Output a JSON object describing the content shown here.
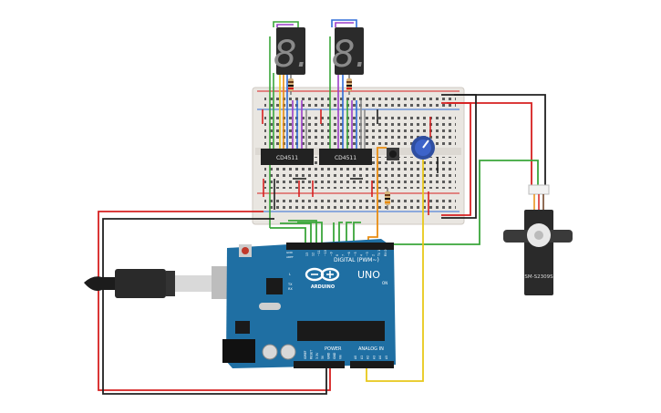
{
  "seven_segment_displays": [
    {
      "digit": "8."
    },
    {
      "digit": "8."
    }
  ],
  "decoder_chips": [
    {
      "label": "CD4511"
    },
    {
      "label": "CD4511"
    }
  ],
  "servo": {
    "label": "SM-S2309S"
  },
  "arduino": {
    "logo": "ARDUINO",
    "model": "UNO",
    "digital_header": "DIGITAL (PWM~)",
    "power_header": "POWER",
    "analog_header": "ANALOG IN",
    "on_label": "ON",
    "tx_label": "TX",
    "rx_label": "RX",
    "l_label": "L",
    "aref_label": "AREF",
    "gnd_label": "GND",
    "digital_pins": [
      "13",
      "12",
      "~11",
      "~10",
      "~9",
      "8",
      "7",
      "~6",
      "~5",
      "4",
      "~3",
      "2",
      "TX 1",
      "RX 0"
    ],
    "power_pins": [
      "IOREF",
      "RESET",
      "3.3V",
      "5V",
      "GND",
      "GND",
      "Vin"
    ],
    "analog_pins": [
      "A0",
      "A1",
      "A2",
      "A3",
      "A4",
      "A5"
    ]
  },
  "colors": {
    "board": "#1f6fa3",
    "breadboard": "#e9e6e1",
    "display": "#2b2b2b",
    "segment": "#8a8a8a",
    "wire_red": "#d62020",
    "wire_black": "#202020",
    "wire_green": "#3aa63a",
    "wire_orange": "#e98c10",
    "wire_yellow": "#e8c81a",
    "wire_blue": "#2f6cd8",
    "wire_purple": "#9b3fc8",
    "wire_gray": "#8c8c8c"
  }
}
